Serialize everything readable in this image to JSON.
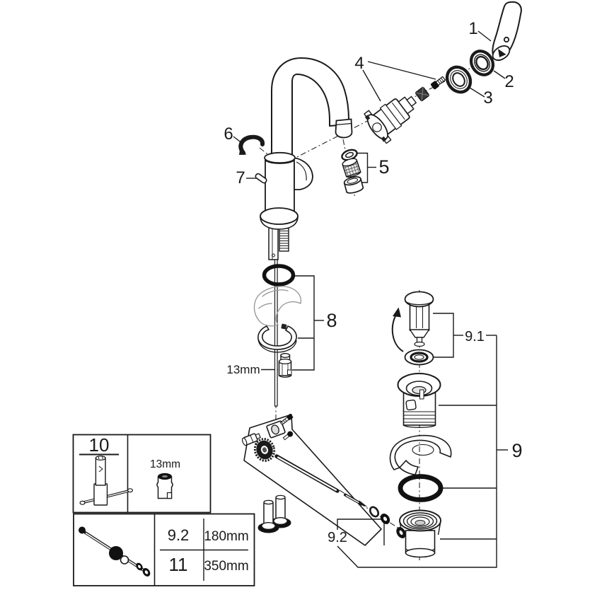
{
  "figure": {
    "background": "#ffffff",
    "line_color": "#1a1a1a",
    "faint_line_color": "#9a9a9a",
    "callouts": {
      "part1": "1",
      "part2": "2",
      "part3": "3",
      "part4": "4",
      "part5": "5",
      "part6": "6",
      "part7": "7",
      "part8": "8",
      "part9": "9",
      "part9_1": "9.1",
      "part9_2": "9.2"
    },
    "wrench_label": "13mm",
    "icons": {
      "rotation_arrow": "curved-arrow",
      "loosen_clip": "curved-clip-arrow"
    },
    "info_box": {
      "tool_number": "10",
      "socket_label": "13mm",
      "spec_rows": [
        {
          "part": "9.2",
          "length": "180mm"
        },
        {
          "part": "11",
          "length": "350mm"
        }
      ]
    }
  }
}
